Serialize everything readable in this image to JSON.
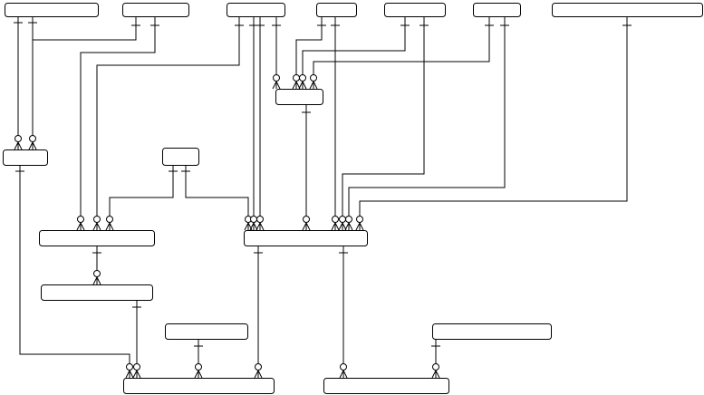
{
  "diagram": {
    "kind": "entity-relationship",
    "notation": "crow's foot",
    "entity_count": 17,
    "relationship_count": 30,
    "labels_visible": false,
    "line_color": "#000000",
    "background": "#ffffff"
  }
}
